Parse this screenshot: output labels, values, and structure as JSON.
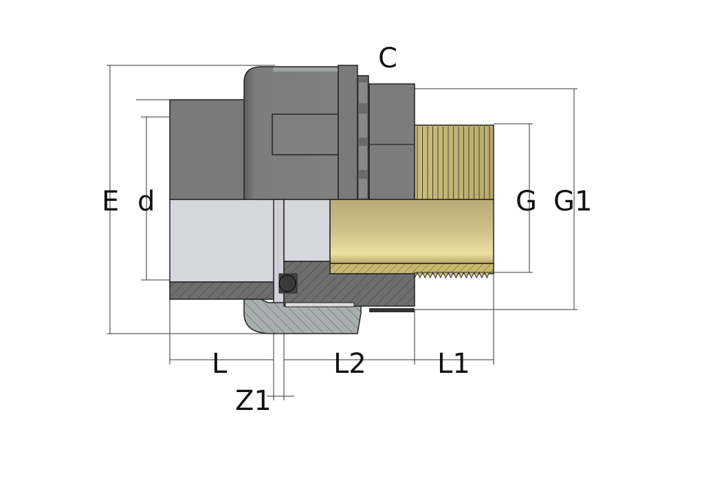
{
  "diagram": {
    "labels": {
      "C": "C",
      "E": "E",
      "d": "d",
      "G": "G",
      "G1": "G1",
      "L": "L",
      "L2": "L2",
      "L1": "L1",
      "Z1": "Z1"
    },
    "colors": {
      "pvc_dark": "#7a7a7a",
      "pvc_light_bore": "#d6d6de",
      "brass": "#d8c98a",
      "hatched_section": "#6e6e6e",
      "nut_section": "#a9aeae"
    }
  }
}
